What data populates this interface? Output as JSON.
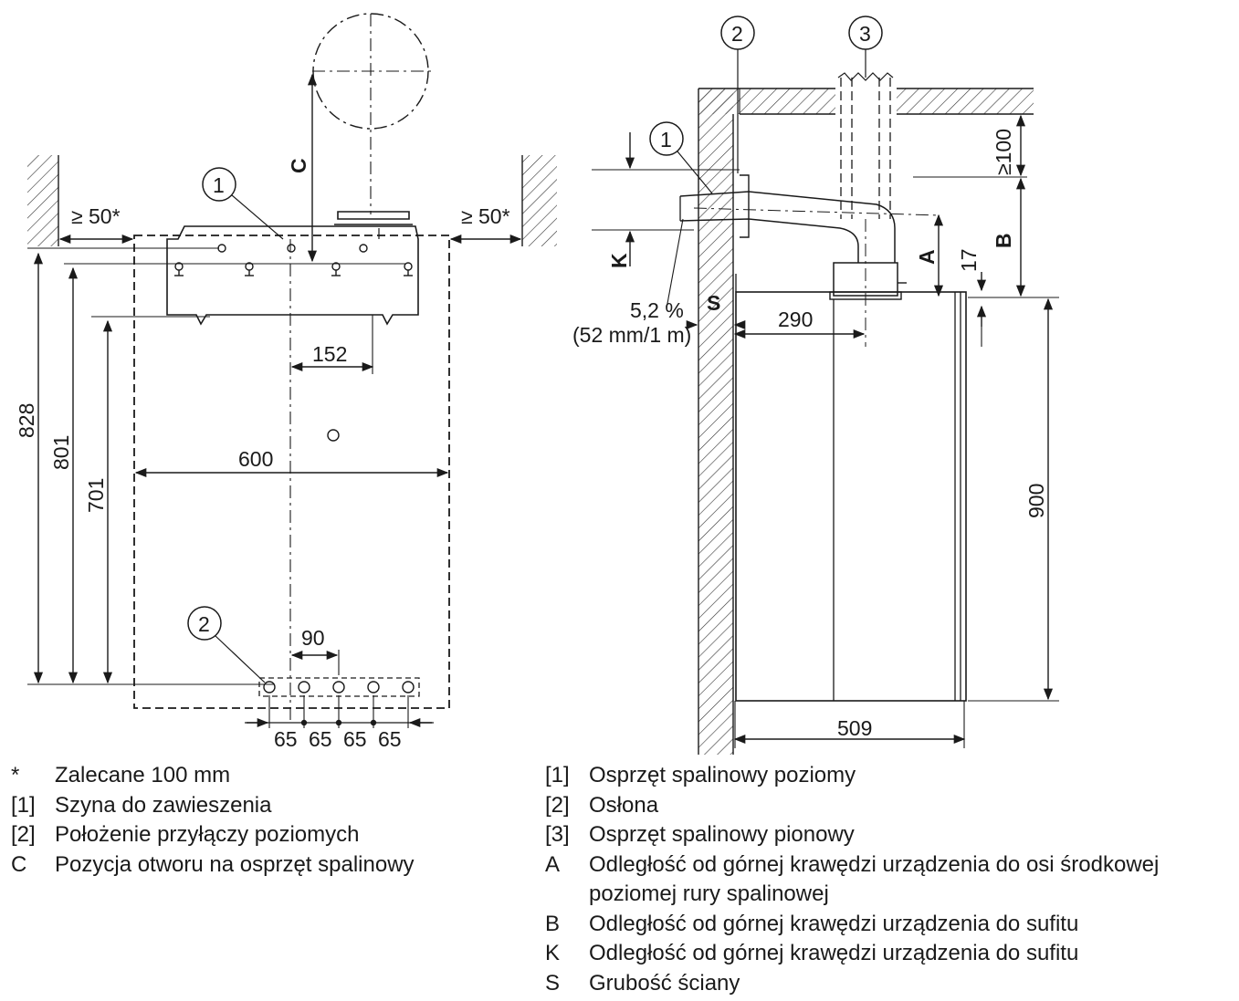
{
  "diagram": {
    "front_view": {
      "dimensions": {
        "gap_left": "≥ 50*",
        "gap_right": "≥ 50*",
        "width": "600",
        "offset_152": "152",
        "height_828": "828",
        "height_801": "801",
        "height_701": "701",
        "pipe_spacing_90": "90",
        "pitch": [
          "65",
          "65",
          "65",
          "65"
        ],
        "flue_position": "C"
      },
      "callouts": {
        "rail": "1",
        "connections": "2"
      }
    },
    "side_view": {
      "dimensions": {
        "ceiling_gap": "≥100",
        "B": "B",
        "A": "A",
        "K": "K",
        "S": "S",
        "d17": "17",
        "d290": "290",
        "d900": "900",
        "d509": "509",
        "slope": "5,2 %",
        "slope_note": "(52 mm/1 m)"
      },
      "callouts": {
        "horizontal_flue": "1",
        "cover": "2",
        "vertical_flue": "3"
      }
    }
  },
  "legend_left": [
    {
      "key": "*",
      "text": "Zalecane 100 mm"
    },
    {
      "key": "[1]",
      "text": "Szyna do zawieszenia"
    },
    {
      "key": "[2]",
      "text": "Położenie przyłączy poziomych"
    },
    {
      "key": "C",
      "text": "Pozycja otworu na osprzęt spalinowy"
    }
  ],
  "legend_right": [
    {
      "key": "[1]",
      "text": "Osprzęt spalinowy poziomy"
    },
    {
      "key": "[2]",
      "text": "Osłona"
    },
    {
      "key": "[3]",
      "text": "Osprzęt spalinowy pionowy"
    },
    {
      "key": "A",
      "text": "Odległość od górnej krawędzi urządzenia do osi środkowej poziomej rury spalinowej"
    },
    {
      "key": "B",
      "text": "Odległość od górnej krawędzi urządzenia do sufitu"
    },
    {
      "key": "K",
      "text": "Odległość od górnej krawędzi urządzenia do sufitu"
    },
    {
      "key": "S",
      "text": "Grubość ściany"
    }
  ]
}
